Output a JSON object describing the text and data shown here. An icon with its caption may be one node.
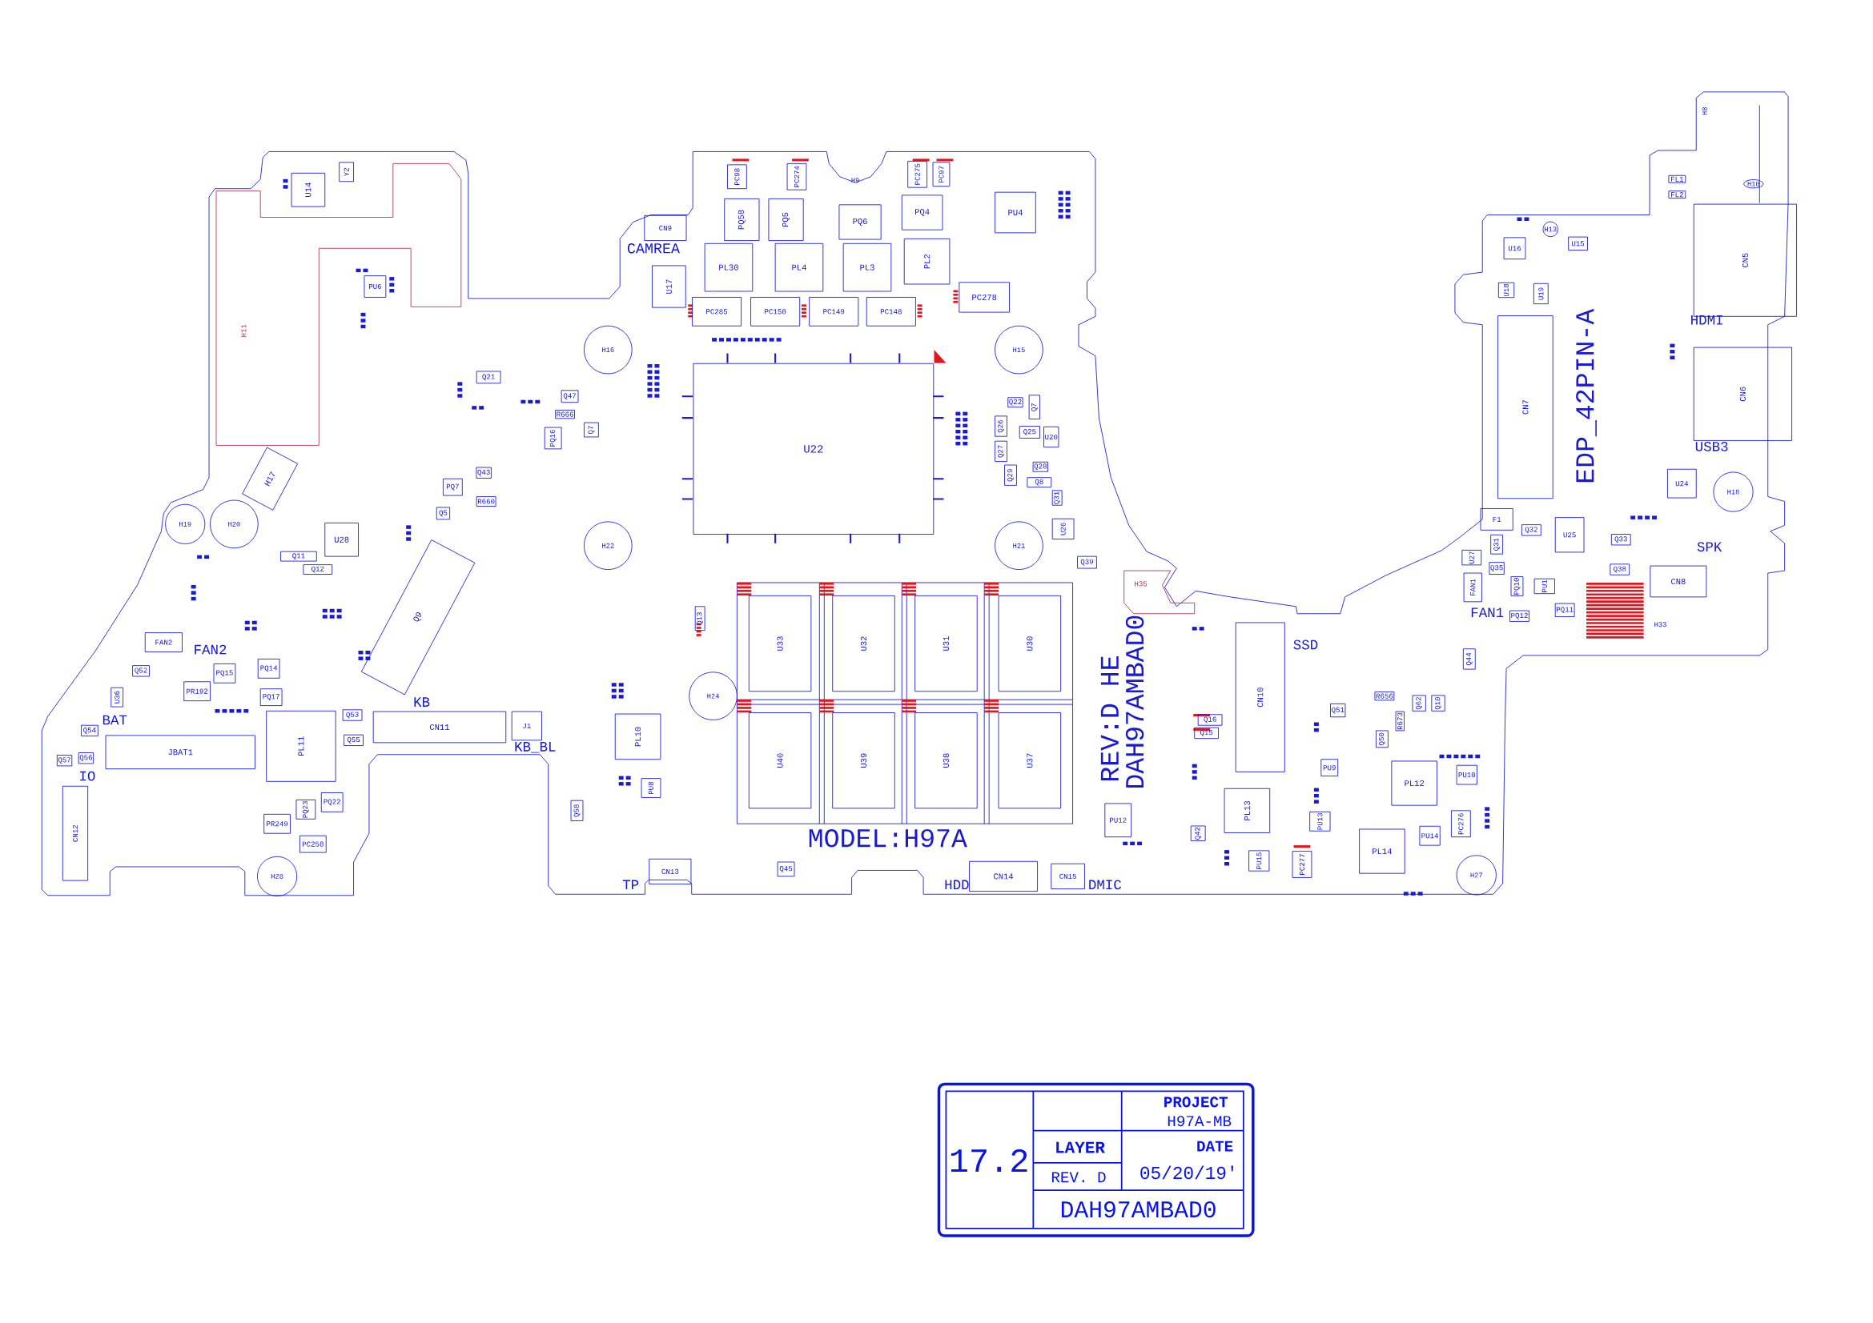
{
  "diagram": {
    "nodes": [
      {
        "text": [
          "U14"
        ]
      },
      {
        "text": [
          "Y2"
        ]
      },
      {
        "text": [
          "H11"
        ]
      },
      {
        "text": [
          "PU6"
        ]
      },
      {
        "text": [
          "Q21"
        ]
      },
      {
        "text": [
          "Q43"
        ]
      },
      {
        "text": [
          "PQ7"
        ]
      },
      {
        "text": [
          "R660"
        ]
      },
      {
        "text": [
          "Q5"
        ]
      },
      {
        "text": [
          "H17"
        ]
      },
      {
        "text": [
          "H19"
        ]
      },
      {
        "text": [
          "H20"
        ]
      },
      {
        "text": [
          "U28"
        ]
      },
      {
        "text": [
          "Q11"
        ]
      },
      {
        "text": [
          "Q12"
        ]
      },
      {
        "text": [
          "Q9"
        ]
      },
      {
        "text": [
          "FAN2"
        ]
      },
      {
        "text": [
          "Q52"
        ]
      },
      {
        "text": [
          "PQ15"
        ]
      },
      {
        "text": [
          "PQ14"
        ]
      },
      {
        "text": [
          "PR192"
        ]
      },
      {
        "text": [
          "PQ17"
        ]
      },
      {
        "text": [
          "U36"
        ]
      },
      {
        "text": [
          "Q54"
        ]
      },
      {
        "text": [
          "JBAT1"
        ]
      },
      {
        "text": [
          "Q57"
        ]
      },
      {
        "text": [
          "Q56"
        ]
      },
      {
        "text": [
          "CN12"
        ]
      },
      {
        "text": [
          "PL11"
        ]
      },
      {
        "text": [
          "Q53"
        ]
      },
      {
        "text": [
          "Q55"
        ]
      },
      {
        "text": [
          "CN11"
        ]
      },
      {
        "text": [
          "J1"
        ]
      },
      {
        "text": [
          "PQ23"
        ]
      },
      {
        "text": [
          "PQ22"
        ]
      },
      {
        "text": [
          "PR249"
        ]
      },
      {
        "text": [
          "PC258"
        ]
      },
      {
        "text": [
          "H28"
        ]
      },
      {
        "text": [
          "CN9"
        ]
      },
      {
        "text": [
          "U17"
        ]
      },
      {
        "text": [
          "PC98"
        ]
      },
      {
        "text": [
          "PC274"
        ]
      },
      {
        "text": [
          "PC275"
        ]
      },
      {
        "text": [
          "PC97"
        ]
      },
      {
        "text": [
          "PQ58"
        ]
      },
      {
        "text": [
          "PQ5"
        ]
      },
      {
        "text": [
          "PQ6"
        ]
      },
      {
        "text": [
          "PQ4"
        ]
      },
      {
        "text": [
          "PU4"
        ]
      },
      {
        "text": [
          "PL30"
        ]
      },
      {
        "text": [
          "PL4"
        ]
      },
      {
        "text": [
          "PL3"
        ]
      },
      {
        "text": [
          "PL2"
        ]
      },
      {
        "text": [
          "PC278"
        ]
      },
      {
        "text": [
          "PC285"
        ]
      },
      {
        "text": [
          "PC150"
        ]
      },
      {
        "text": [
          "PC149"
        ]
      },
      {
        "text": [
          "PC148"
        ]
      },
      {
        "text": [
          "H16"
        ]
      },
      {
        "text": [
          "H15"
        ]
      },
      {
        "text": [
          "PQ16"
        ]
      },
      {
        "text": [
          "Q47"
        ]
      },
      {
        "text": [
          "R666"
        ]
      },
      {
        "text": [
          "Q7"
        ]
      },
      {
        "text": [
          "U22"
        ]
      },
      {
        "text": [
          "Q22"
        ]
      },
      {
        "text": [
          "Q7"
        ]
      },
      {
        "text": [
          "Q26"
        ]
      },
      {
        "text": [
          "Q25"
        ]
      },
      {
        "text": [
          "U20"
        ]
      },
      {
        "text": [
          "Q27"
        ]
      },
      {
        "text": [
          "Q28"
        ]
      },
      {
        "text": [
          "Q29"
        ]
      },
      {
        "text": [
          "Q8"
        ]
      },
      {
        "text": [
          "Q31"
        ]
      },
      {
        "text": [
          "U26"
        ]
      },
      {
        "text": [
          "H22"
        ]
      },
      {
        "text": [
          "H21"
        ]
      },
      {
        "text": [
          "Q39"
        ]
      },
      {
        "text": [
          "U33"
        ]
      },
      {
        "text": [
          "U32"
        ]
      },
      {
        "text": [
          "U31"
        ]
      },
      {
        "text": [
          "U30"
        ]
      },
      {
        "text": [
          "U40"
        ]
      },
      {
        "text": [
          "U39"
        ]
      },
      {
        "text": [
          "U38"
        ]
      },
      {
        "text": [
          "U37"
        ]
      },
      {
        "text": [
          "Q13"
        ]
      },
      {
        "text": [
          "H24"
        ]
      },
      {
        "text": [
          "PL10"
        ]
      },
      {
        "text": [
          "PU8"
        ]
      },
      {
        "text": [
          "Q58"
        ]
      },
      {
        "text": [
          "CN13"
        ]
      },
      {
        "text": [
          "Q45"
        ]
      },
      {
        "text": [
          "CN14"
        ],
        "beside": [
          "HDD"
        ]
      },
      {
        "text": [
          "CN15"
        ],
        "beside": [
          "DMIC"
        ]
      },
      {
        "text": [
          "PU12"
        ]
      },
      {
        "text": [
          "H35"
        ]
      },
      {
        "text": [
          "CN10"
        ],
        "beside": [
          "SSD"
        ]
      },
      {
        "text": [
          "Q16"
        ]
      },
      {
        "text": [
          "Q15"
        ]
      },
      {
        "text": [
          "Q51"
        ]
      },
      {
        "text": [
          "R656"
        ]
      },
      {
        "text": [
          "R673"
        ]
      },
      {
        "text": [
          "Q50"
        ]
      },
      {
        "text": [
          "Q62"
        ]
      },
      {
        "text": [
          "Q10"
        ]
      },
      {
        "text": [
          "PU9"
        ]
      },
      {
        "text": [
          "PL12"
        ]
      },
      {
        "text": [
          "PU10"
        ]
      },
      {
        "text": [
          "PL13"
        ]
      },
      {
        "text": [
          "PU13"
        ]
      },
      {
        "text": [
          "PC276"
        ]
      },
      {
        "text": [
          "PU14"
        ]
      },
      {
        "text": [
          "PL14"
        ]
      },
      {
        "text": [
          "Q42"
        ]
      },
      {
        "text": [
          "PU15"
        ]
      },
      {
        "text": [
          "PC277"
        ]
      },
      {
        "text": [
          "H27"
        ]
      },
      {
        "text": [
          "H10"
        ]
      },
      {
        "text": [
          "FL1"
        ]
      },
      {
        "text": [
          "FL2"
        ]
      },
      {
        "text": [
          "H13"
        ]
      },
      {
        "text": [
          "U16"
        ]
      },
      {
        "text": [
          "U15"
        ]
      },
      {
        "text": [
          "U18"
        ]
      },
      {
        "text": [
          "U19"
        ]
      },
      {
        "text": [
          "CN7"
        ]
      },
      {
        "text": [
          "CN5"
        ]
      },
      {
        "text": [
          "CN6"
        ]
      },
      {
        "text": [
          "U24"
        ]
      },
      {
        "text": [
          "H18"
        ]
      },
      {
        "text": [
          "F1"
        ]
      },
      {
        "text": [
          "Q32"
        ]
      },
      {
        "text": [
          "U25"
        ]
      },
      {
        "text": [
          "Q33"
        ]
      },
      {
        "text": [
          "Q31"
        ]
      },
      {
        "text": [
          "U27"
        ]
      },
      {
        "text": [
          "Q35"
        ]
      },
      {
        "text": [
          "Q38"
        ]
      },
      {
        "text": [
          "CN8"
        ]
      },
      {
        "text": [
          "FAN1"
        ]
      },
      {
        "text": [
          "PQ10"
        ]
      },
      {
        "text": [
          "PU1"
        ]
      },
      {
        "text": [
          "PQ12"
        ]
      },
      {
        "text": [
          "PQ11"
        ]
      },
      {
        "text": [
          "Q44"
        ]
      }
    ],
    "labels": [
      "CAMREA",
      "FAN2",
      "BAT",
      "IO",
      "KB",
      "KB_BL",
      "TP",
      "MODEL:H97A",
      "REV:D HE",
      "DAH97AMBAD0",
      "EDP_42PIN-A",
      "HDMI",
      "USB3",
      "SPK",
      "FAN1",
      "H9",
      "H8",
      "H33",
      "PROJECT",
      "H97A-MB",
      "LAYER",
      "DATE",
      "REV. D",
      "05/20/19'",
      "DAH97AMBAD0",
      "17.2"
    ]
  }
}
